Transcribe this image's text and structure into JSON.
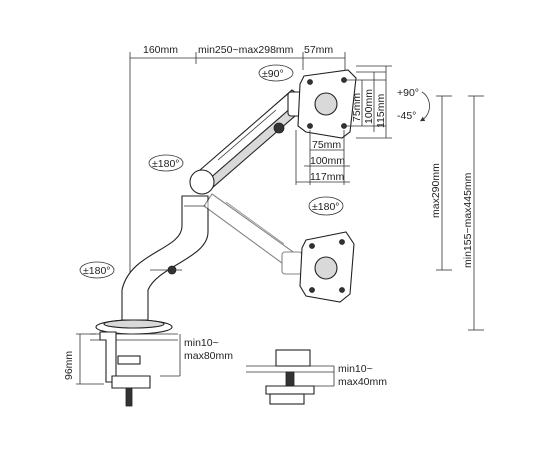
{
  "labels": {
    "arm_reach": "160mm",
    "extension": "min250~max298mm",
    "head_offset": "57mm",
    "rot_head": "±90°",
    "rot_arm": "±180°",
    "rot_mid": "±180°",
    "rot_base": "±180°",
    "tilt_up": "+90°",
    "tilt_down": "-45°",
    "vesa_w75": "75mm",
    "vesa_w100": "100mm",
    "vesa_w117": "117mm",
    "vesa_h75": "75mm",
    "vesa_h100": "100mm",
    "vesa_h115": "115mm",
    "height_max": "max290mm",
    "height_range": "min155~max445mm",
    "clamp_height": "96mm",
    "clamp_range_a": "min10~",
    "clamp_range_b": "max80mm",
    "grommet_range_a": "min10~",
    "grommet_range_b": "max40mm"
  },
  "colors": {
    "line": "#222222",
    "fill_gray": "#d9d9d9",
    "background": "#ffffff"
  }
}
